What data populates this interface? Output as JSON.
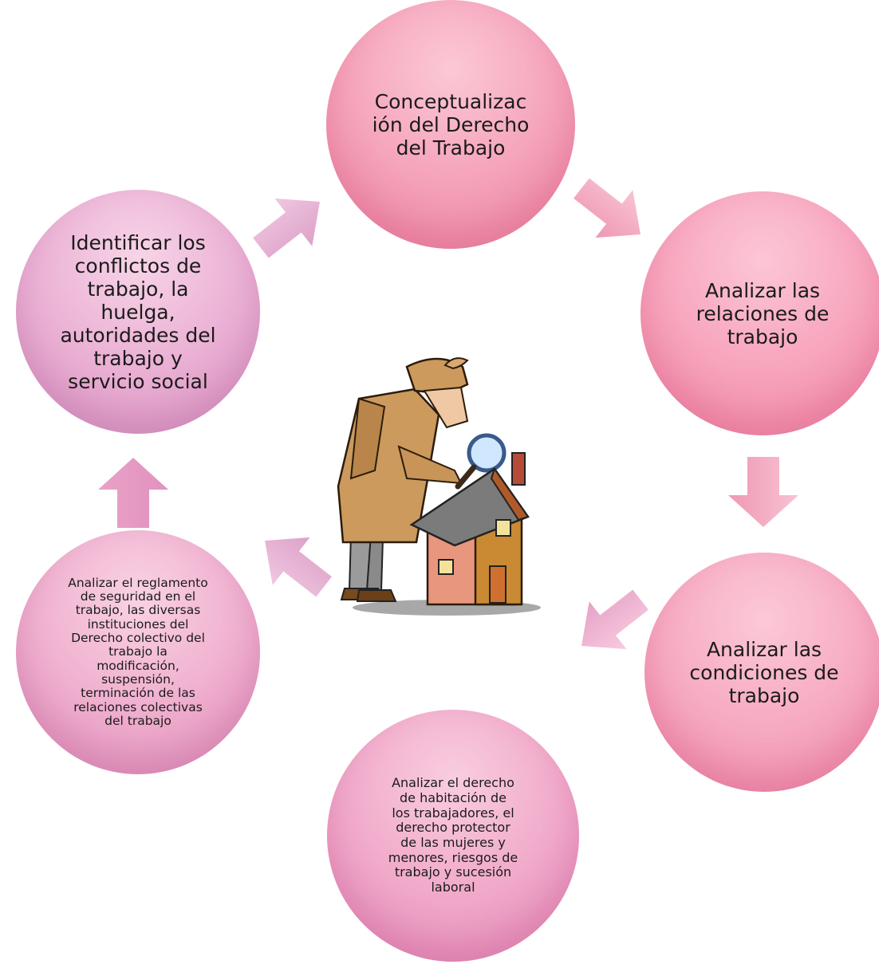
{
  "steps": [
    "Conceptualizac\nión del Derecho\ndel Trabajo",
    "Analizar las\nrelaciones de\ntrabajo",
    "Analizar las\ncondiciones de\ntrabajo",
    "Analizar el derecho\nde habitación de\nlos trabajadores, el\nderecho protector\nde las mujeres y\nmenores, riesgos de\ntrabajo y sucesión\nlaboral",
    "Analizar el reglamento\nde seguridad en el\ntrabajo, las diversas\ninstituciones del\nDerecho colectivo del\ntrabajo la\nmodificación,\nsuspensión,\nterminación de las\nrelaciones colectivas\ndel trabajo",
    "Identificar los\nconflictos de\ntrabajo, la\nhuelga,\nautoridades del\ntrabajo y\nservicio social"
  ],
  "colors": {
    "circle_pink": "#f4a0b8",
    "circle_mauve": "#eaaed3",
    "arrow_pink": "#ee98b2",
    "arrow_mauve": "#dda1c8"
  }
}
